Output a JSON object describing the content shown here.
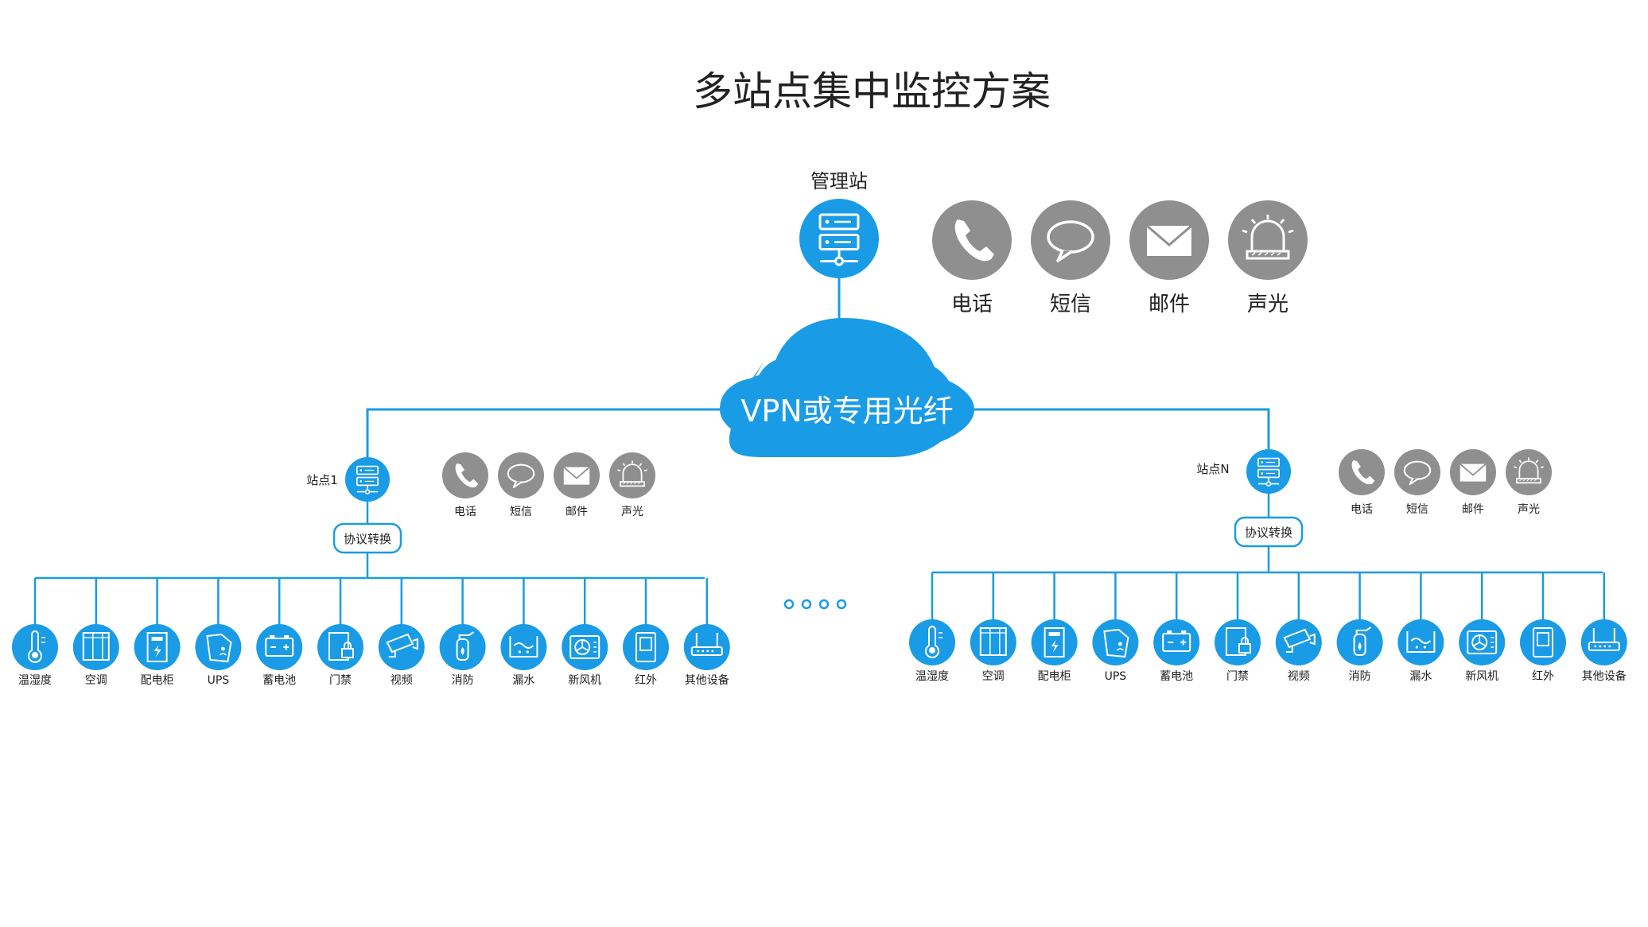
{
  "title": "多站点集中监控方案",
  "management": {
    "label": "管理站"
  },
  "network": {
    "label": "VPN或专用光纤"
  },
  "alarms": [
    {
      "key": "phone",
      "label": "电话",
      "icon": "phone-icon"
    },
    {
      "key": "sms",
      "label": "短信",
      "icon": "chat-bubble-icon"
    },
    {
      "key": "mail",
      "label": "邮件",
      "icon": "envelope-icon"
    },
    {
      "key": "light",
      "label": "声光",
      "icon": "siren-icon"
    }
  ],
  "sites": [
    {
      "id": "1",
      "label": "站点1",
      "converter": "协议转换"
    },
    {
      "id": "N",
      "label": "站点N",
      "converter": "协议转换"
    }
  ],
  "devices": [
    {
      "key": "temp",
      "label": "温湿度",
      "icon": "thermometer-icon"
    },
    {
      "key": "ac",
      "label": "空调",
      "icon": "air-conditioner-icon"
    },
    {
      "key": "cabinet",
      "label": "配电柜",
      "icon": "power-cabinet-icon"
    },
    {
      "key": "ups",
      "label": "UPS",
      "icon": "ups-icon"
    },
    {
      "key": "battery",
      "label": "蓄电池",
      "icon": "battery-icon"
    },
    {
      "key": "door",
      "label": "门禁",
      "icon": "door-lock-icon"
    },
    {
      "key": "video",
      "label": "视频",
      "icon": "camera-icon"
    },
    {
      "key": "fire",
      "label": "消防",
      "icon": "fire-extinguisher-icon"
    },
    {
      "key": "leak",
      "label": "漏水",
      "icon": "water-leak-icon"
    },
    {
      "key": "fan",
      "label": "新风机",
      "icon": "fan-icon"
    },
    {
      "key": "ir",
      "label": "红外",
      "icon": "infrared-icon"
    },
    {
      "key": "other",
      "label": "其他设备",
      "icon": "router-icon"
    }
  ],
  "colors": {
    "accent": "#1a9be6",
    "alarm_gray": "#8f8f8f",
    "line": "#1a9be6"
  }
}
